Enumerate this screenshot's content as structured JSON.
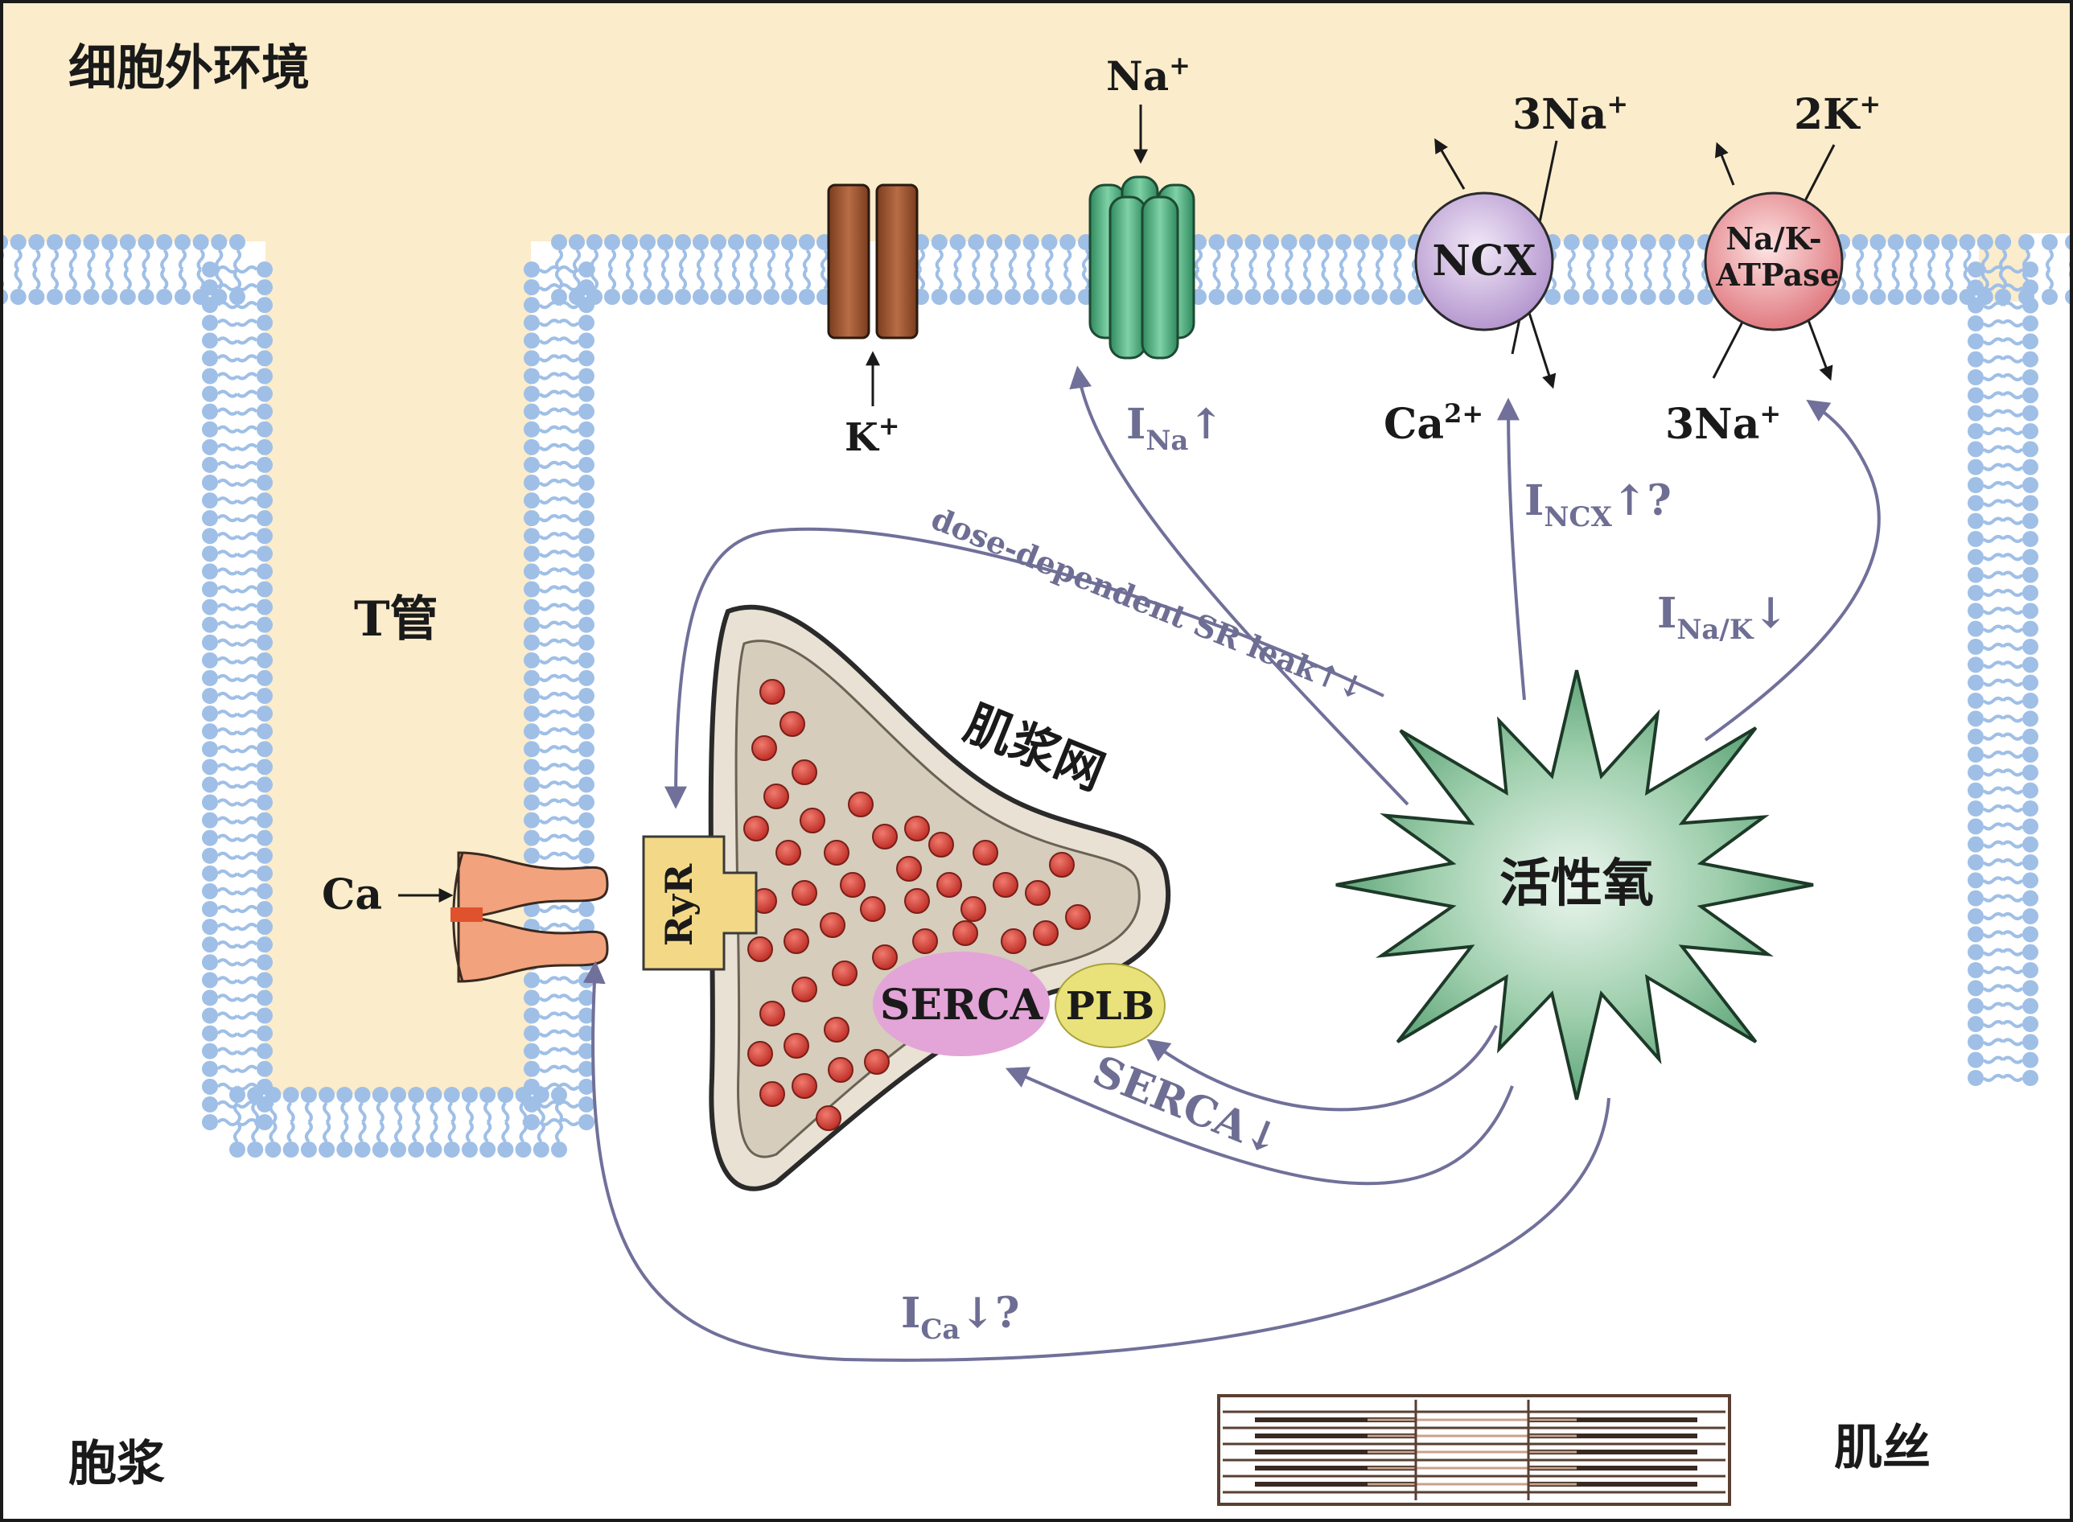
{
  "regions": {
    "extracellular": "细胞外环境",
    "t_tubule": "T管",
    "sarcoplasmic_reticulum": "肌浆网",
    "cytoplasm": "胞浆",
    "myofilament": "肌丝"
  },
  "channels": {
    "k_channel_ion": "K",
    "k_channel_charge": "+",
    "na_channel_ion": "Na",
    "na_channel_charge": "+",
    "ncx_label": "NCX",
    "ncx_out_ion": "3Na",
    "ncx_out_charge": "+",
    "ncx_in_ion": "Ca",
    "ncx_in_charge": "2+",
    "nak_label_line1": "Na/K-",
    "nak_label_line2": "ATPase",
    "nak_in_ion": "2K",
    "nak_in_charge": "+",
    "nak_out_ion": "3Na",
    "nak_out_charge": "+",
    "ca_channel_ion": "Ca",
    "ryr_label": "RyR",
    "serca_label": "SERCA",
    "plb_label": "PLB"
  },
  "ros": {
    "label": "活性氧"
  },
  "effects": {
    "ina_main": "I",
    "ina_sub": "Na",
    "ina_arrow": "↑",
    "incx_main": "I",
    "incx_sub": "NCX",
    "incx_arrow": "↑?",
    "inak_main": "I",
    "inak_sub": "Na/K",
    "inak_arrow": "↓",
    "sr_leak": "dose-dependent SR leak↑↓",
    "serca_effect": "SERCA↓",
    "ica_main": "I",
    "ica_sub": "Ca",
    "ica_arrow": "↓?"
  },
  "colors": {
    "extracellular_fill": "#fbeccb",
    "membrane": "#9fbfe6",
    "k_channel": "#9a5230",
    "na_channel": "#55b486",
    "ncx": "#c6a9dd",
    "nak_atpase": "#ec8c92",
    "ca_channel": "#f2a27c",
    "ryr": "#f3d987",
    "sr_fill": "#e8e1d4",
    "calcium_dots": "#d9473d",
    "serca": "#e3a4d8",
    "plb": "#e9e27b",
    "ros_star": "#6fae88",
    "arrows": "#70709a"
  },
  "icons": {
    "ros_star": "starburst-icon",
    "calcium_store": "dot-cluster-icon",
    "sarcomere": "myofilament-bundle-icon"
  }
}
